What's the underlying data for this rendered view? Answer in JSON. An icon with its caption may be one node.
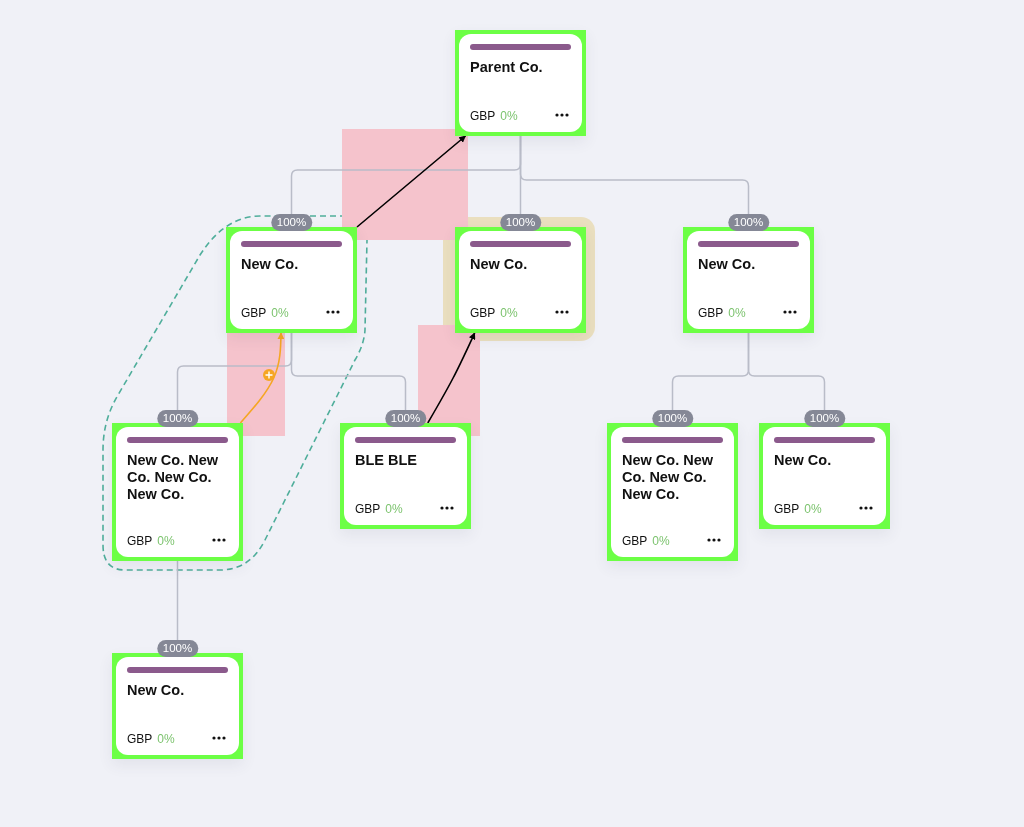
{
  "diagram": {
    "nodes": [
      {
        "text": [
          "Parent Co.",
          "GBP",
          "0%"
        ]
      },
      {
        "text": [
          "New Co.",
          "GBP",
          "0%"
        ],
        "beside": [
          "100%"
        ]
      },
      {
        "text": [
          "New Co.",
          "GBP",
          "0%"
        ],
        "beside": [
          "100%"
        ]
      },
      {
        "text": [
          "New Co.",
          "GBP",
          "0%"
        ],
        "beside": [
          "100%"
        ]
      },
      {
        "text": [
          "New Co. New Co. New Co. New Co.",
          "GBP",
          "0%"
        ],
        "beside": [
          "100%"
        ]
      },
      {
        "text": [
          "BLE BLE",
          "GBP",
          "0%"
        ],
        "beside": [
          "100%"
        ]
      },
      {
        "text": [
          "New Co. New Co. New Co. New Co.",
          "GBP",
          "0%"
        ],
        "beside": [
          "100%"
        ]
      },
      {
        "text": [
          "New Co.",
          "GBP",
          "0%"
        ],
        "beside": [
          "100%"
        ]
      },
      {
        "text": [
          "New Co.",
          "GBP",
          "0%"
        ],
        "beside": [
          "100%"
        ]
      }
    ],
    "edges": [
      {
        "from": 0,
        "to": 1,
        "arrow": "none"
      },
      {
        "from": 0,
        "to": 2,
        "arrow": "none"
      },
      {
        "from": 0,
        "to": 3,
        "arrow": "none"
      },
      {
        "from": 1,
        "to": 4,
        "arrow": "none"
      },
      {
        "from": 1,
        "to": 5,
        "arrow": "none"
      },
      {
        "from": 3,
        "to": 6,
        "arrow": "none"
      },
      {
        "from": 3,
        "to": 7,
        "arrow": "none"
      },
      {
        "from": 4,
        "to": 8,
        "arrow": "none"
      },
      {
        "from": 1,
        "to": 0,
        "arrow": "to",
        "color": "#000000"
      },
      {
        "from": 5,
        "to": 2,
        "arrow": "to",
        "color": "#000000"
      },
      {
        "from": 4,
        "to": 1,
        "arrow": "to",
        "color": "#f5a623"
      }
    ]
  }
}
